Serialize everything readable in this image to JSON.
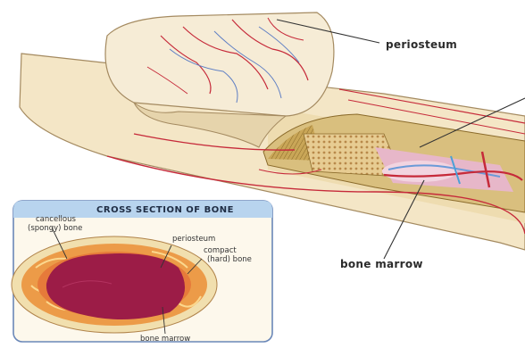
{
  "labels": {
    "periosteum": "periosteum",
    "bone_marrow": "bone marrow"
  },
  "inset": {
    "title": "CROSS SECTION OF BONE",
    "cancellous_line1": "cancellous",
    "cancellous_line2": "(spongy) bone",
    "periosteum": "periosteum",
    "compact_line1": "compact",
    "compact_line2": "(hard) bone",
    "bone_marrow": "bone marrow"
  },
  "colors": {
    "bone": "#f4e6c6",
    "blood_vessel": "#c62a3a",
    "vein": "#5f7fc4",
    "marrow": "#9c1c47",
    "inset_header": "#b8d4ee"
  }
}
